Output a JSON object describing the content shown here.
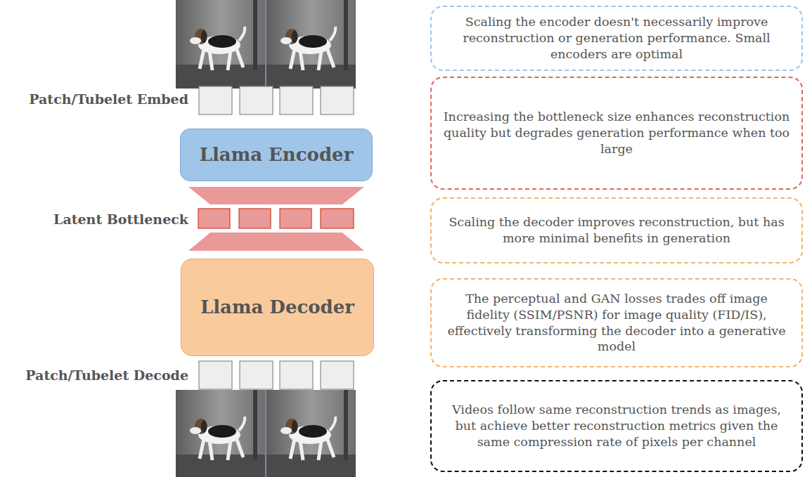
{
  "diagram": {
    "nodes": [
      {
        "text": [
          "Llama Encoder"
        ]
      },
      {
        "text": [
          "Llama Decoder"
        ]
      },
      {
        "text": [
          "Scaling the encoder doesn't necessarily improve reconstruction or generation performance. Small encoders are optimal"
        ]
      },
      {
        "text": [
          "Increasing the bottleneck size enhances reconstruction quality but degrades generation performance when too large"
        ]
      },
      {
        "text": [
          "Scaling the decoder improves reconstruction, but has more minimal benefits in generation"
        ]
      },
      {
        "text": [
          "The perceptual and GAN losses trades off image fidelity (SSIM/PSNR) for image quality (FID/IS), effectively transforming the decoder into a generative model"
        ]
      },
      {
        "text": [
          "Videos follow same reconstruction trends as images, but achieve better reconstruction metrics given the same compression rate of pixels per channel"
        ]
      }
    ],
    "edges": [],
    "labels": [
      "Patch/Tubelet Embed",
      "Latent Bottleneck",
      "Patch/Tubelet Decode"
    ]
  }
}
